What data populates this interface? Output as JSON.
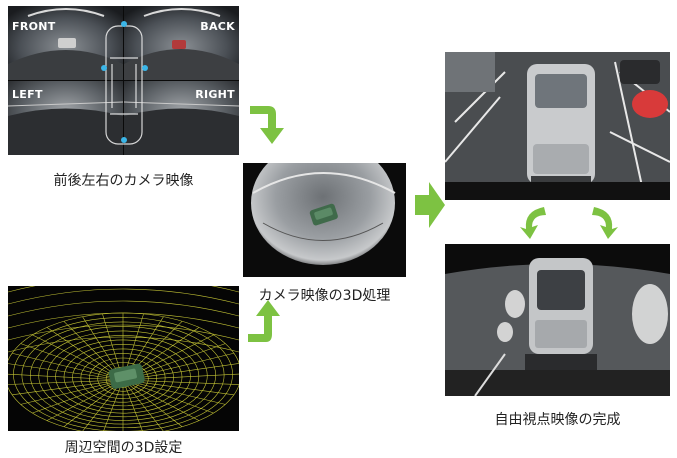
{
  "panels": {
    "camera_views": {
      "caption": "前後左右のカメラ映像",
      "labels": {
        "front": "FRONT",
        "back": "BACK",
        "left": "LEFT",
        "right": "RIGHT"
      }
    },
    "processing": {
      "caption": "カメラ映像の3D処理"
    },
    "space_setup": {
      "caption": "周辺空間の3D設定"
    },
    "free_viewpoint": {
      "caption": "自由視点映像の完成"
    }
  },
  "colors": {
    "arrow_green": "#7dc242",
    "mesh_yellow": "#d8d83a",
    "cam_marker": "#3bb6e8"
  }
}
